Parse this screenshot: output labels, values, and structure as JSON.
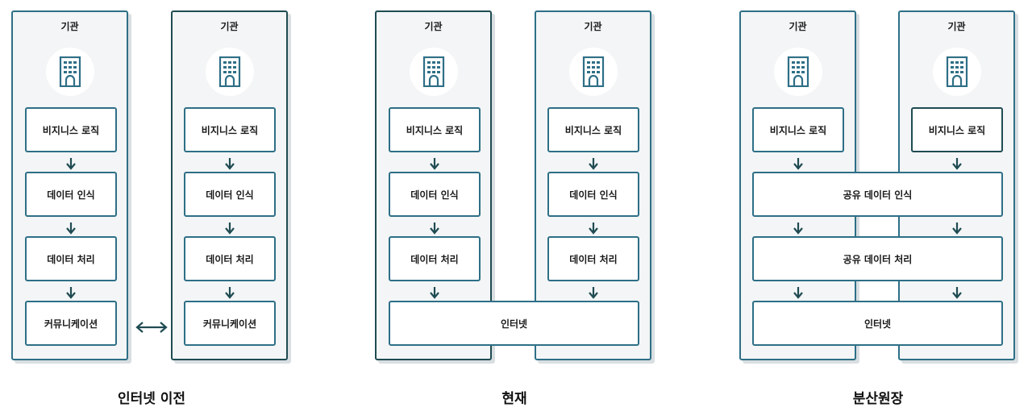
{
  "sections": [
    {
      "caption": "인터넷 이전",
      "columns": [
        {
          "title": "기관",
          "icon": "building-icon",
          "boxes": [
            "비지니스 로직",
            "데이터 인식",
            "데이터 처리",
            "커뮤니케이션"
          ]
        },
        {
          "title": "기관",
          "icon": "building-icon",
          "boxes": [
            "비지니스 로직",
            "데이터 인식",
            "데이터 처리",
            "커뮤니케이션"
          ]
        }
      ],
      "connector_icon": "double-arrow-icon"
    },
    {
      "caption": "현재",
      "columns": [
        {
          "title": "기관",
          "icon": "building-icon",
          "boxes": [
            "비지니스 로직",
            "데이터 인식",
            "데이터 처리"
          ]
        },
        {
          "title": "기관",
          "icon": "building-icon",
          "boxes": [
            "비지니스 로직",
            "데이터 인식",
            "데이터 처리"
          ]
        }
      ],
      "shared": [
        "인터넷"
      ]
    },
    {
      "caption": "분산원장",
      "columns": [
        {
          "title": "기관",
          "icon": "building-icon",
          "boxes": [
            "비지니스 로직"
          ]
        },
        {
          "title": "기관",
          "icon": "building-icon",
          "boxes": [
            "비지니스 로직"
          ]
        }
      ],
      "shared": [
        "공유 데이터 인식",
        "공유 데이터 처리",
        "인터넷"
      ]
    }
  ],
  "colors": {
    "border": "#2e6f86",
    "border_dark": "#1f4b52",
    "column_bg": "#f3f5f6",
    "icon": "#2e6f86"
  }
}
